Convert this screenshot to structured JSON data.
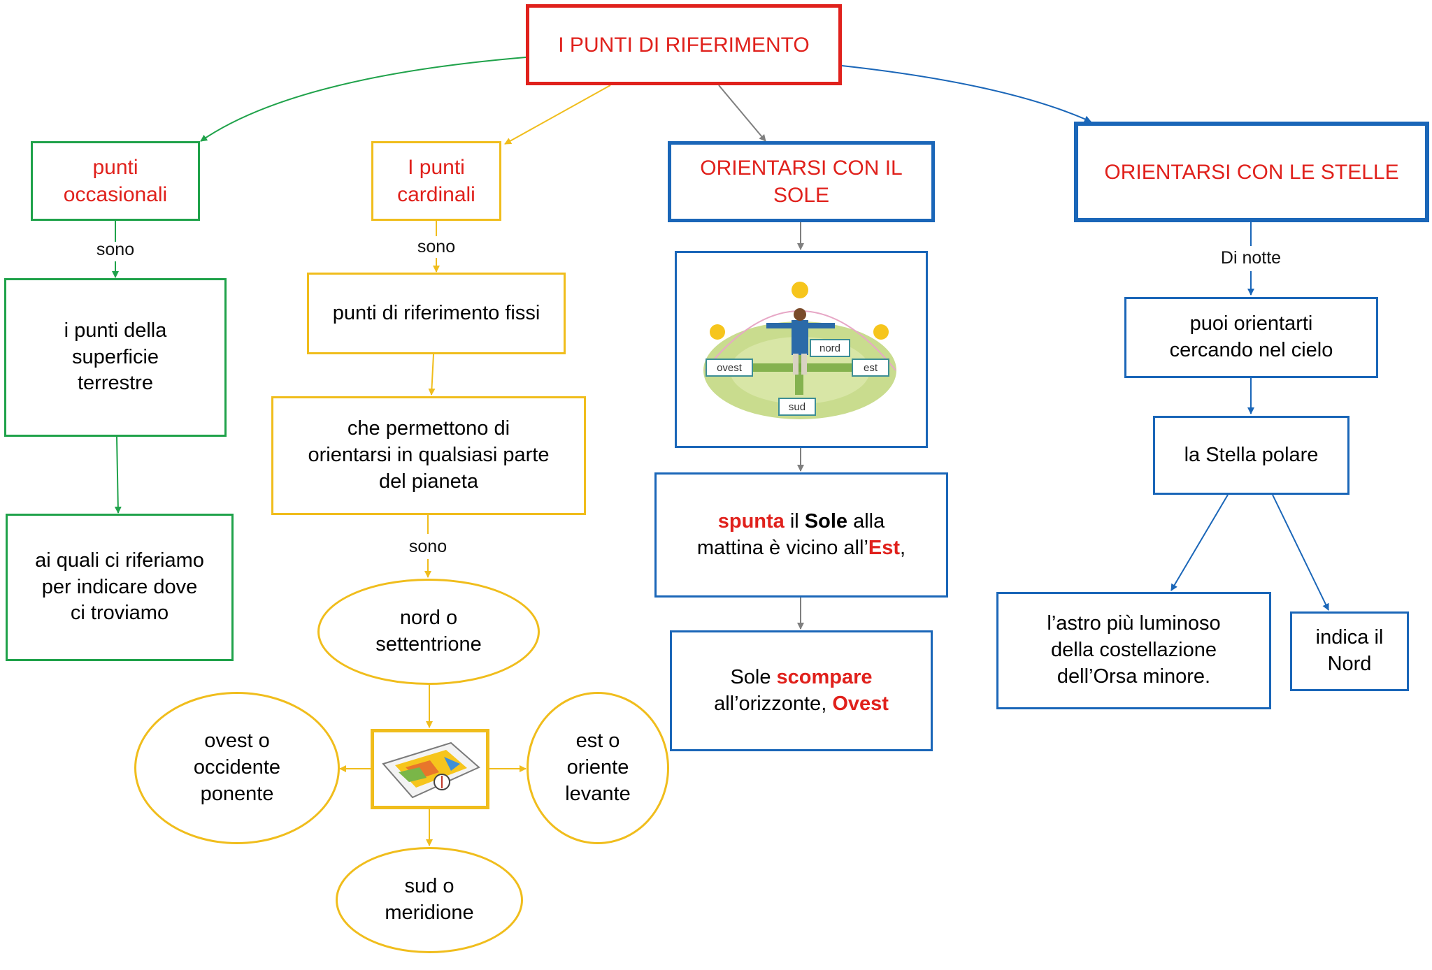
{
  "title": "I PUNTI DI RIFERIMENTO",
  "colors": {
    "red": "#e0211c",
    "green": "#1fa24a",
    "yellow": "#f0bd1c",
    "blue": "#1a66b8",
    "gray": "#7f7f7f"
  },
  "branch_occasionali": {
    "title_line1": "punti",
    "title_line2": "occasionali",
    "link_sono": "sono",
    "node1": [
      "i punti della",
      "superficie",
      "terrestre"
    ],
    "node2": [
      "ai quali ci riferiamo",
      "per indicare dove",
      "ci troviamo"
    ]
  },
  "branch_cardinali": {
    "title_line1": "I punti",
    "title_line2": "cardinali",
    "link_sono_1": "sono",
    "node1": "punti di riferimento fissi",
    "node2": [
      "che permettono di",
      "orientarsi  in qualsiasi parte",
      "del pianeta"
    ],
    "link_sono_2": "sono",
    "nord": [
      "nord o",
      "settentrione"
    ],
    "ovest": [
      "ovest o",
      "occidente",
      "ponente"
    ],
    "est": [
      "est o",
      "oriente",
      "levante"
    ],
    "sud": [
      "sud o",
      "meridione"
    ],
    "map_icon": "map-compass-icon"
  },
  "branch_sole": {
    "title_line1": "ORIENTARSI CON IL",
    "title_line2": "SOLE",
    "illustration_labels": {
      "nord": "nord",
      "ovest": "ovest",
      "est": "est",
      "sud": "sud"
    },
    "sunrise": {
      "w1": "spunta",
      "w2": " il ",
      "w3": "Sole",
      "w4": " alla",
      "w5": "mattina è vicino all’",
      "w6": "Est",
      "w7": ","
    },
    "sunset": {
      "w1": "Sole ",
      "w2": "scompare",
      "w3": "all’orizzonte, ",
      "w4": "Ovest"
    }
  },
  "branch_stelle": {
    "title": "ORIENTARSI CON LE STELLE",
    "link_notte": "Di notte",
    "node1": [
      "puoi orientarti",
      "cercando nel cielo"
    ],
    "node2": "la Stella  polare",
    "node3": [
      "l’astro più luminoso",
      "della costellazione",
      "dell’Orsa minore."
    ],
    "node4": [
      "indica il",
      "Nord"
    ]
  }
}
